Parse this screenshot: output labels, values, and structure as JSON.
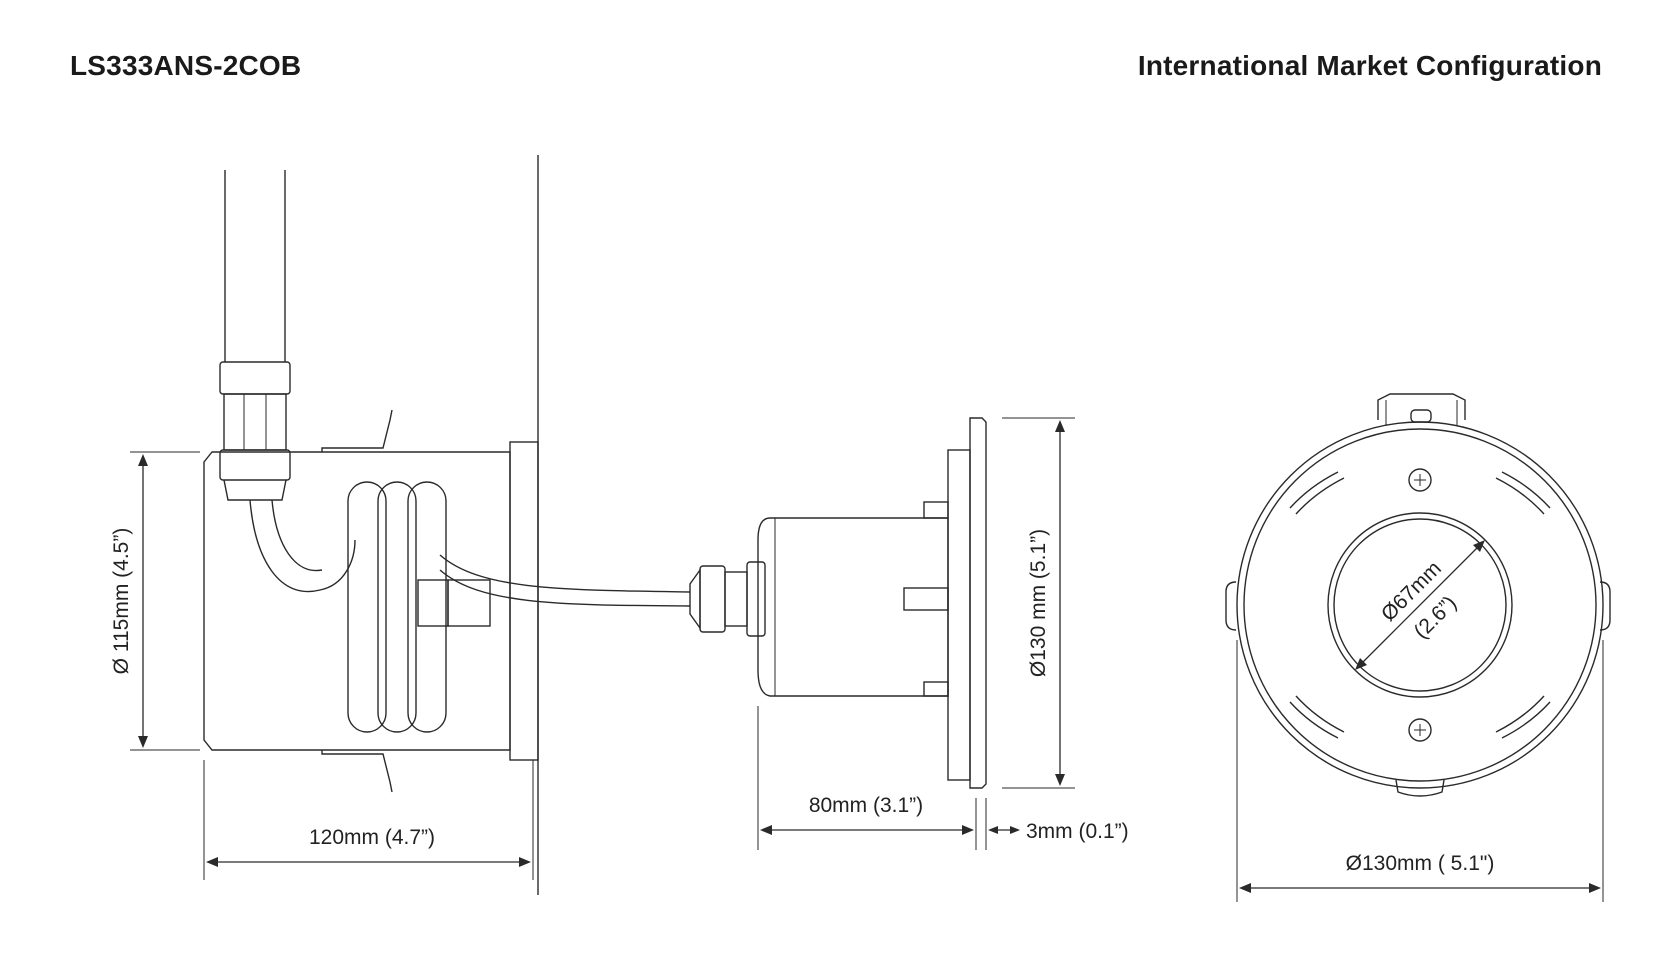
{
  "header": {
    "model": "LS333ANS-2COB",
    "configuration": "International Market Configuration"
  },
  "dimensions": {
    "body_diameter": "Ø 115mm (4.5”)",
    "body_length": "120mm (4.7”)",
    "fixture_depth": "80mm (3.1”)",
    "flange_thickness": "3mm (0.1”)",
    "flange_diameter": "Ø130 mm (5.1”)",
    "lens_diameter_mm": "Ø67mm",
    "lens_diameter_in": "(2.6”)",
    "front_diameter": "Ø130mm ( 5.1\")"
  }
}
